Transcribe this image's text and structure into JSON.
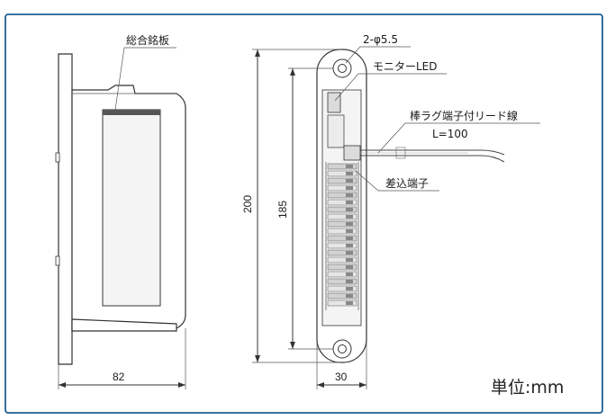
{
  "labels": {
    "nameplate": "総合銘板",
    "holes": "2-φ5.5",
    "monitor_led": "モニターLED",
    "lead_wire": "棒ラグ端子付リード線",
    "lead_length": "L=100",
    "terminal": "差込端子",
    "unit": "単位:mm"
  },
  "dimensions": {
    "depth": "82",
    "total_height": "200",
    "pitch": "185",
    "width": "30"
  },
  "colors": {
    "frame": "#1f5f8f",
    "line": "#333333",
    "fill_light": "#f4f4f4",
    "fill_mid": "#dcdcdc"
  }
}
